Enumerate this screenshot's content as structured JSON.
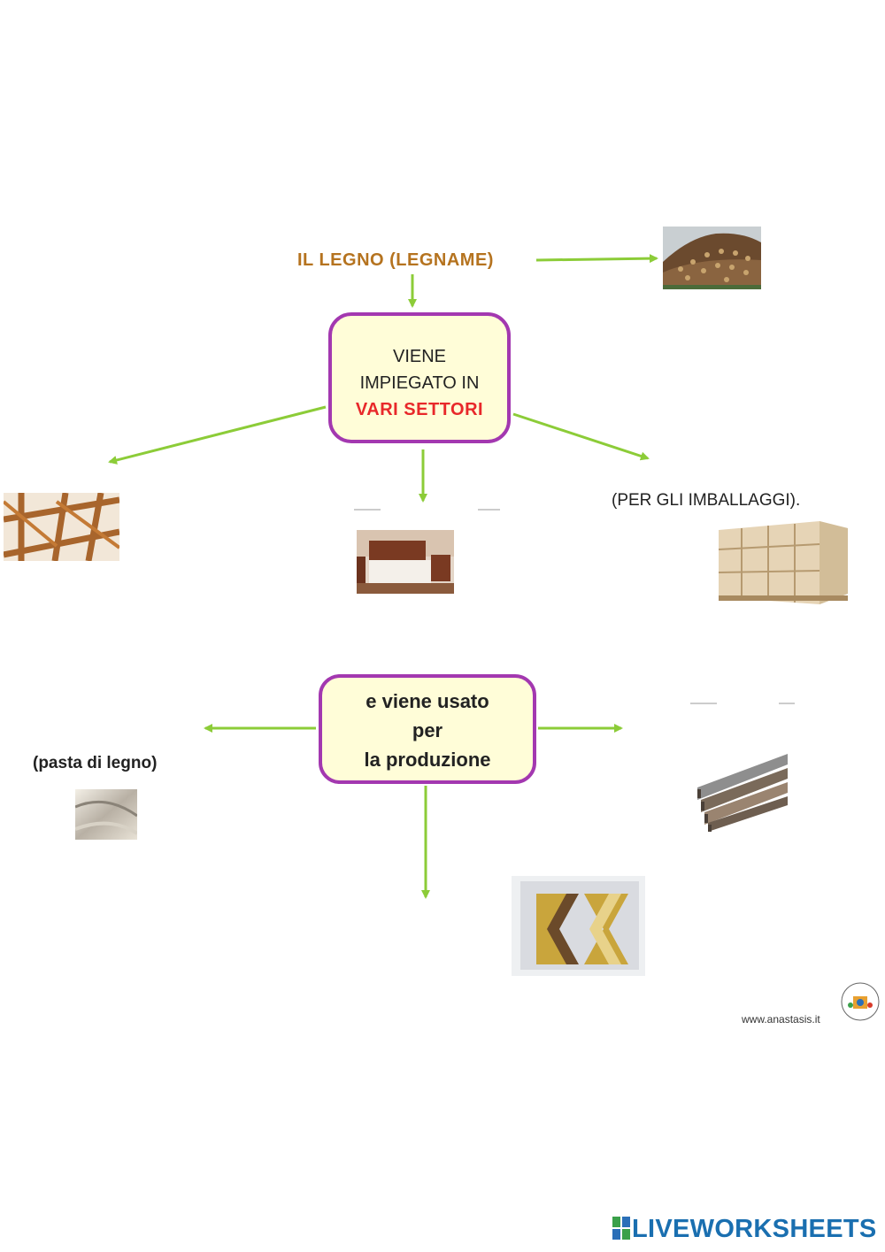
{
  "title": "IL  LEGNO  (LEGNAME)",
  "box1": {
    "line1": "VIENE",
    "line2": "IMPIEGATO IN",
    "line3": "VARI  SETTORI"
  },
  "box2": {
    "line1": "e viene usato",
    "line2": "per",
    "line3": "la produzione"
  },
  "labels": {
    "packaging": "(PER GLI IMBALLAGGI).",
    "paper": "(pasta  di  legno)"
  },
  "credit": "www.anastasis.it",
  "brand": "LIVEWORKSHEETS",
  "colors": {
    "arrow": "#8ccc38",
    "box_border": "#a338b0",
    "box_fill": "#fffdd8",
    "title": "#b5731f",
    "highlight": "#e8282a",
    "brand": "#1a6fb0"
  },
  "images": [
    "log-pile-image",
    "roof-beams-image",
    "bedroom-furniture-image",
    "wooden-crate-image",
    "paper-roll-image",
    "wood-planks-image",
    "particle-board-image",
    "anastasis-logo"
  ]
}
